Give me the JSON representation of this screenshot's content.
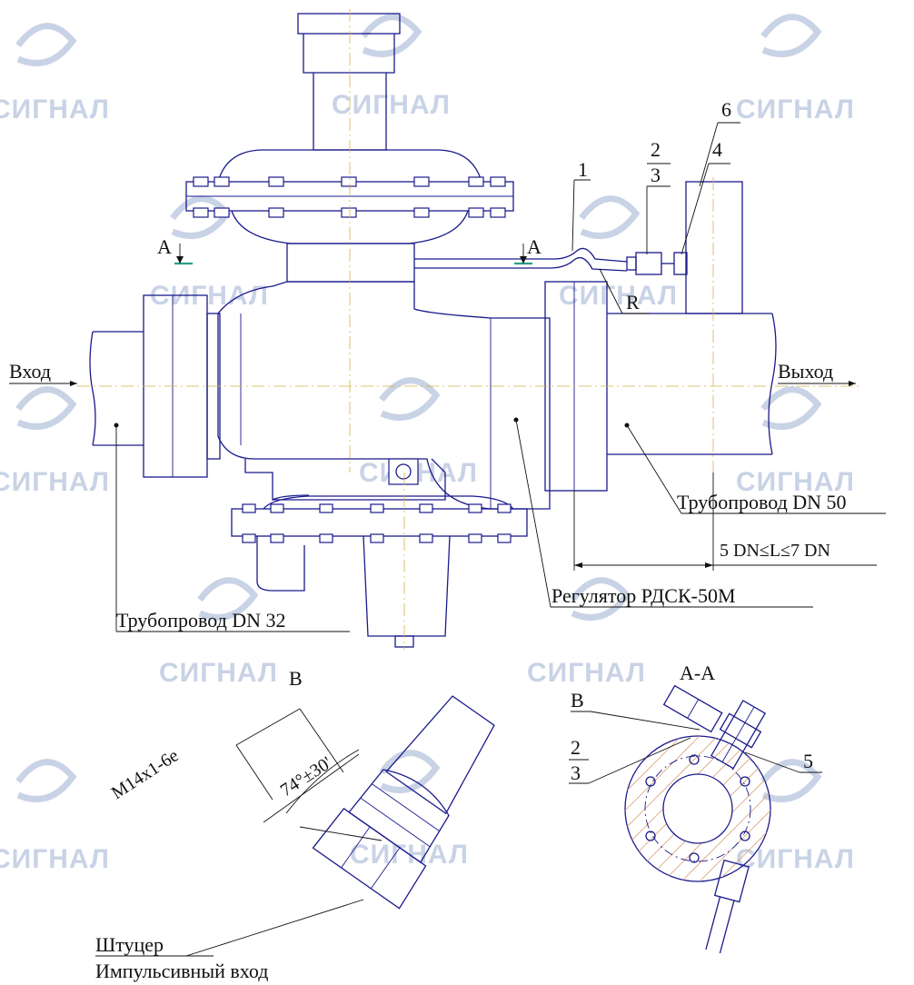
{
  "watermark": {
    "text": "СИГНАЛ"
  },
  "labels": {
    "inlet": "Вход",
    "outlet": "Выход",
    "pipe_out": "Трубопровод DN 50",
    "pipe_in": "Трубопровод DN 32",
    "distance": "5 DN≤L≤7 DN",
    "regulator": "Регулятор РДСК-50М",
    "radius": "R",
    "cut_left": "А",
    "cut_right": "А",
    "section_title": "А-А",
    "detail_title": "В",
    "thread": "M14x1-6e",
    "angle": "74°±30'",
    "fitting": "Штуцер",
    "impulse_inlet": "Импульсивный вход",
    "section_b": "В"
  },
  "callouts": {
    "p1": "1",
    "p2": "2",
    "p3": "3",
    "p4": "4",
    "p6": "6",
    "s2": "2",
    "s3": "3",
    "s5": "5"
  },
  "colors": {
    "line": "#1a1a8c",
    "axis": "#d4b24a",
    "hatch": "#d9a27a",
    "watermark": "#c9d3e6",
    "cut_mark": "#2aa08a"
  }
}
